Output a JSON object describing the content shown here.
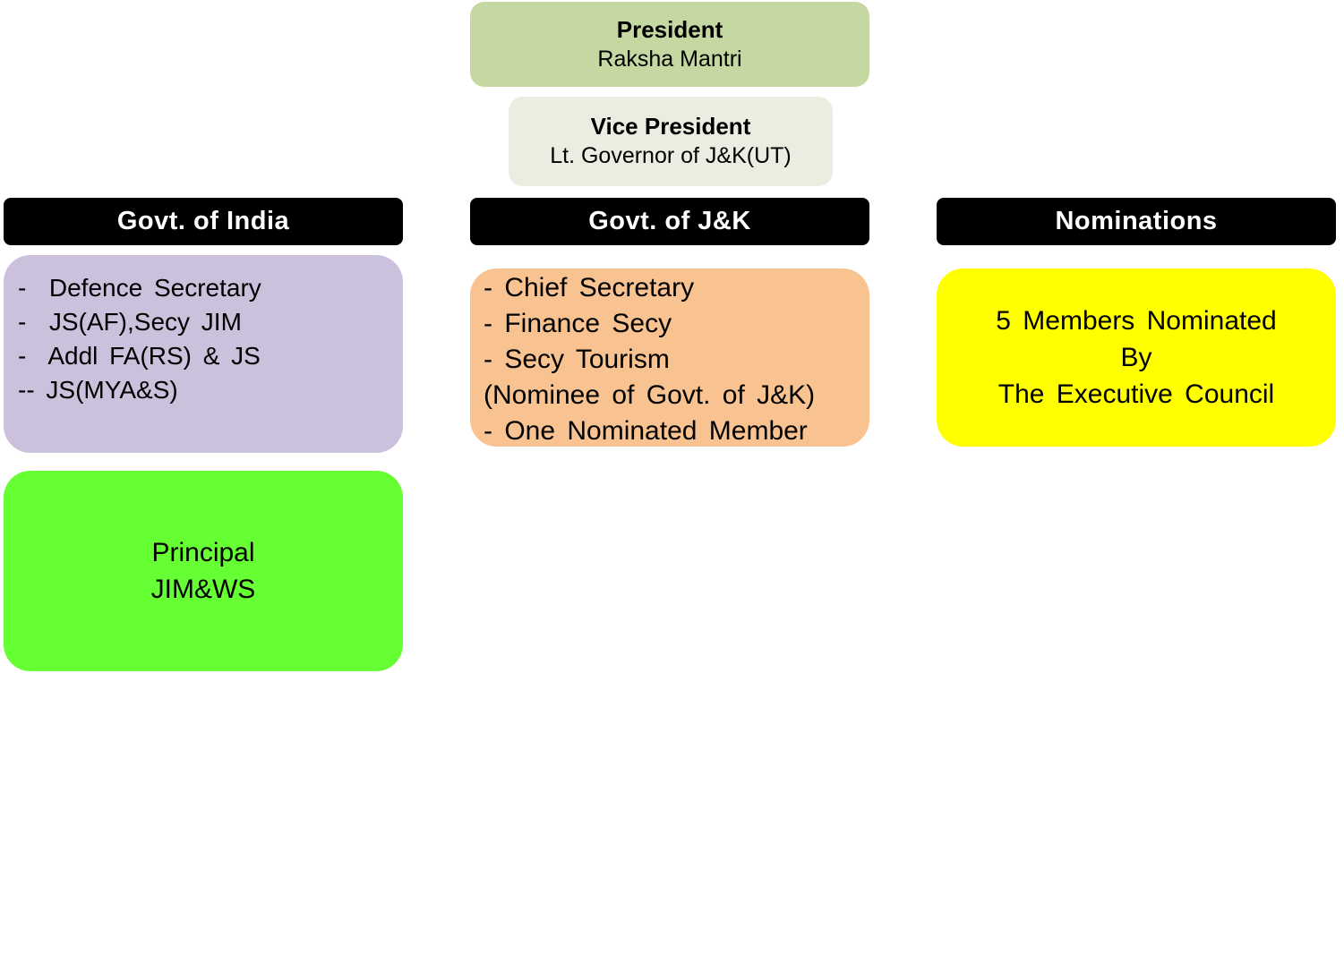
{
  "president": {
    "title": "President",
    "subtitle": "Raksha Mantri",
    "color": "#c5d8a1"
  },
  "vice_president": {
    "title": "Vice President",
    "subtitle": "Lt. Governor of J&K(UT)",
    "color": "#edece1"
  },
  "columns": {
    "govt_india": {
      "header": "Govt. of India",
      "items": [
        "-  Defence Secretary",
        "-  JS(AF),Secy JIM",
        "-  Addl FA(RS) & JS",
        "-- JS(MYA&S)"
      ],
      "color": "#cbc1dc"
    },
    "govt_jk": {
      "header": "Govt. of J&K",
      "items": [
        "- Chief Secretary",
        "- Finance Secy",
        "- Secy Tourism",
        "(Nominee of Govt. of J&K)",
        "- One Nominated Member"
      ],
      "color": "#f8c291"
    },
    "nominations": {
      "header": "Nominations",
      "lines": [
        "5 Members Nominated",
        "By",
        "The Executive Council"
      ],
      "color": "#ffff00"
    }
  },
  "principal": {
    "lines": [
      "Principal",
      "JIM&WS"
    ],
    "color": "#66ff33"
  },
  "header_color": "#000000"
}
